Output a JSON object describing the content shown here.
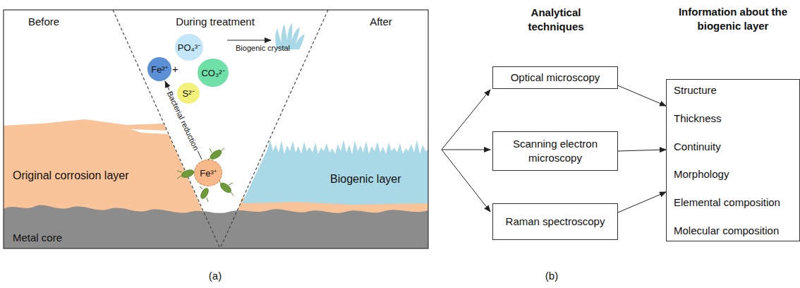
{
  "diagram": {
    "nodes": [
      {
        "text": [
          "Fe²⁺"
        ]
      },
      {
        "text": [
          "PO₄³⁻"
        ]
      },
      {
        "text": [
          "CO₃²⁻"
        ]
      },
      {
        "text": [
          "S²⁻"
        ]
      },
      {
        "text": [
          "Fe³⁺"
        ]
      },
      {
        "text": [
          "Optical microscopy"
        ]
      },
      {
        "text": [
          "Scanning electron microscopy"
        ]
      },
      {
        "text": [
          "Raman spectroscopy"
        ]
      },
      {
        "text": [
          "Information about the biogenic layer",
          "Structure",
          "Thickness",
          "Continuity",
          "Morphology",
          "Elemental composition",
          "Molecular composition"
        ]
      }
    ],
    "edges": [
      {
        "from": 4,
        "to": 0,
        "arrow": "to",
        "label": "Bacterial reduction"
      },
      {
        "from": 5,
        "to": 8,
        "arrow": "to"
      },
      {
        "from": 6,
        "to": 8,
        "arrow": "to"
      },
      {
        "from": 7,
        "to": 8,
        "arrow": "to"
      }
    ],
    "labels": [
      "Before",
      "During treatment",
      "After",
      "Original corrosion layer",
      "Biogenic layer",
      "Metal core",
      "+",
      "Biogenic crystal",
      "(a)",
      "Analytical techniques",
      "(b)"
    ]
  }
}
